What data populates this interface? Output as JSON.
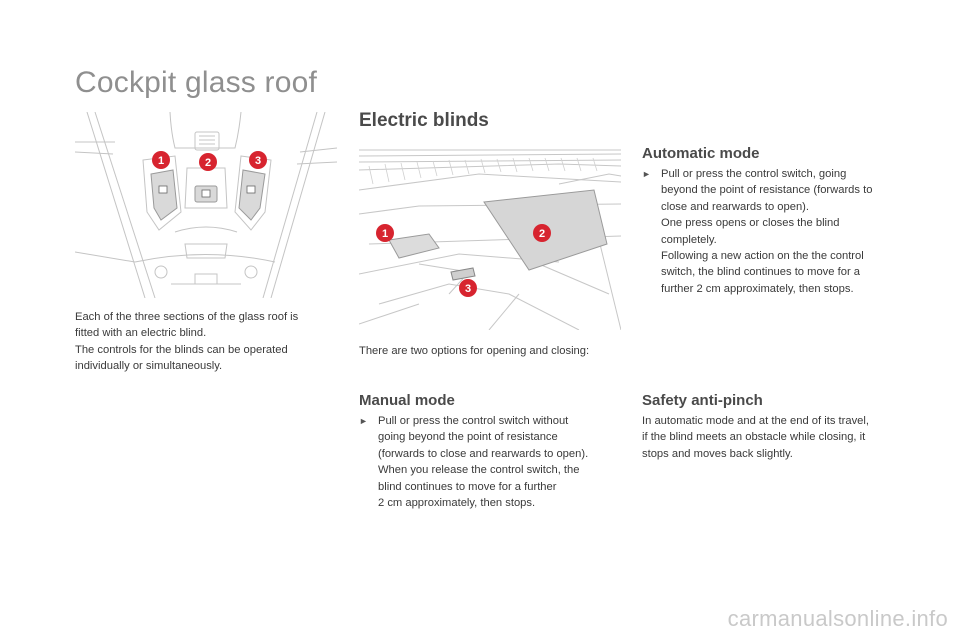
{
  "page": {
    "title": "Cockpit glass roof"
  },
  "intro": {
    "lines": [
      "Each of the three sections of the glass roof is",
      "fitted with an electric blind.",
      "The controls for the blinds can be operated",
      "individually or simultaneously."
    ]
  },
  "figure_controls": {
    "badges": [
      "1",
      "2",
      "3"
    ]
  },
  "electric_blinds": {
    "heading": "Electric blinds",
    "caption": "There are two options for opening and closing:"
  },
  "figure_roof": {
    "badges": [
      "1",
      "2",
      "3"
    ]
  },
  "automatic_mode": {
    "heading": "Automatic mode",
    "bullet_icon": "arrow-bullet-icon",
    "lines": [
      "Pull or press the control switch, going",
      "beyond the point of resistance (forwards to",
      "close and rearwards to open).",
      "One press opens or closes the blind",
      "completely.",
      "Following a new action on the the control",
      "switch, the blind continues to move for a",
      "further 2 cm approximately, then stops."
    ]
  },
  "manual_mode": {
    "heading": "Manual mode",
    "bullet_icon": "arrow-bullet-icon",
    "lines": [
      "Pull or press the control switch without",
      "going beyond the point of resistance",
      "(forwards to close and rearwards to open).",
      "When you release the control switch, the",
      "blind continues to move for a further",
      "2 cm approximately, then stops."
    ]
  },
  "safety": {
    "heading": "Safety anti-pinch",
    "lines": [
      "In automatic mode and at the end of its travel,",
      "if the blind meets an obstacle while closing, it",
      "stops and moves back slightly."
    ]
  },
  "footer": {
    "watermark": "carmanualsonline.info"
  },
  "colors": {
    "badge_red": "#d7242f",
    "heading_gray": "#4a4a4a",
    "title_gray": "#8f8f8f",
    "line_art": "#bdbdbd"
  }
}
